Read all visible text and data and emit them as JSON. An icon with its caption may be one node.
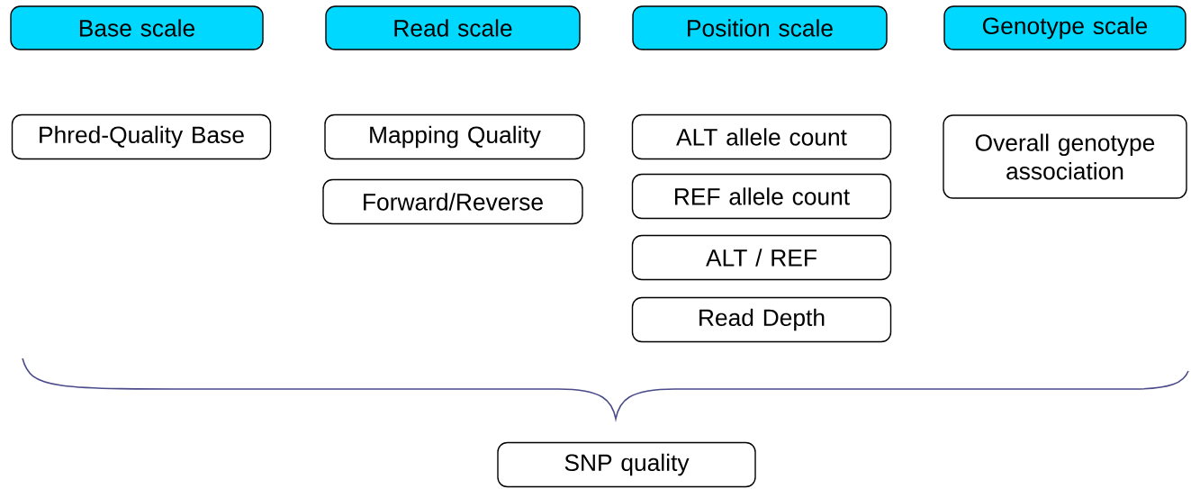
{
  "diagram": {
    "nodes": [
      {
        "text": [
          "Base scale"
        ]
      },
      {
        "text": [
          "Read scale"
        ]
      },
      {
        "text": [
          "Position scale"
        ]
      },
      {
        "text": [
          "Genotype scale"
        ]
      },
      {
        "text": [
          "Phred-Quality Base"
        ]
      },
      {
        "text": [
          "Mapping Quality"
        ]
      },
      {
        "text": [
          "Forward/Reverse"
        ]
      },
      {
        "text": [
          "ALT allele count"
        ]
      },
      {
        "text": [
          "REF allele count"
        ]
      },
      {
        "text": [
          "ALT / REF"
        ]
      },
      {
        "text": [
          "Read Depth"
        ]
      },
      {
        "text": [
          "Overall genotype association"
        ]
      },
      {
        "text": [
          "SNP quality"
        ]
      }
    ]
  }
}
